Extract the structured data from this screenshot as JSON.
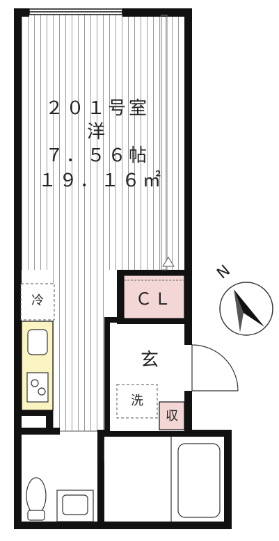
{
  "room": {
    "number": "２０１号室",
    "type": "洋",
    "tatami": "７．５６帖",
    "area": "１９．１６㎡"
  },
  "labels": {
    "closet": "ＣＬ",
    "fridge": "冷",
    "entrance": "玄",
    "washer": "洗",
    "storage": "収"
  },
  "compass": {
    "label": "N",
    "direction": "north"
  },
  "colors": {
    "wall": "#111111",
    "floor_stripe": "#9a9a9a",
    "closet_fill": "#f3d6d6",
    "storage_fill": "#f3d6d6",
    "kitchen_fill": "#faf3c2"
  }
}
